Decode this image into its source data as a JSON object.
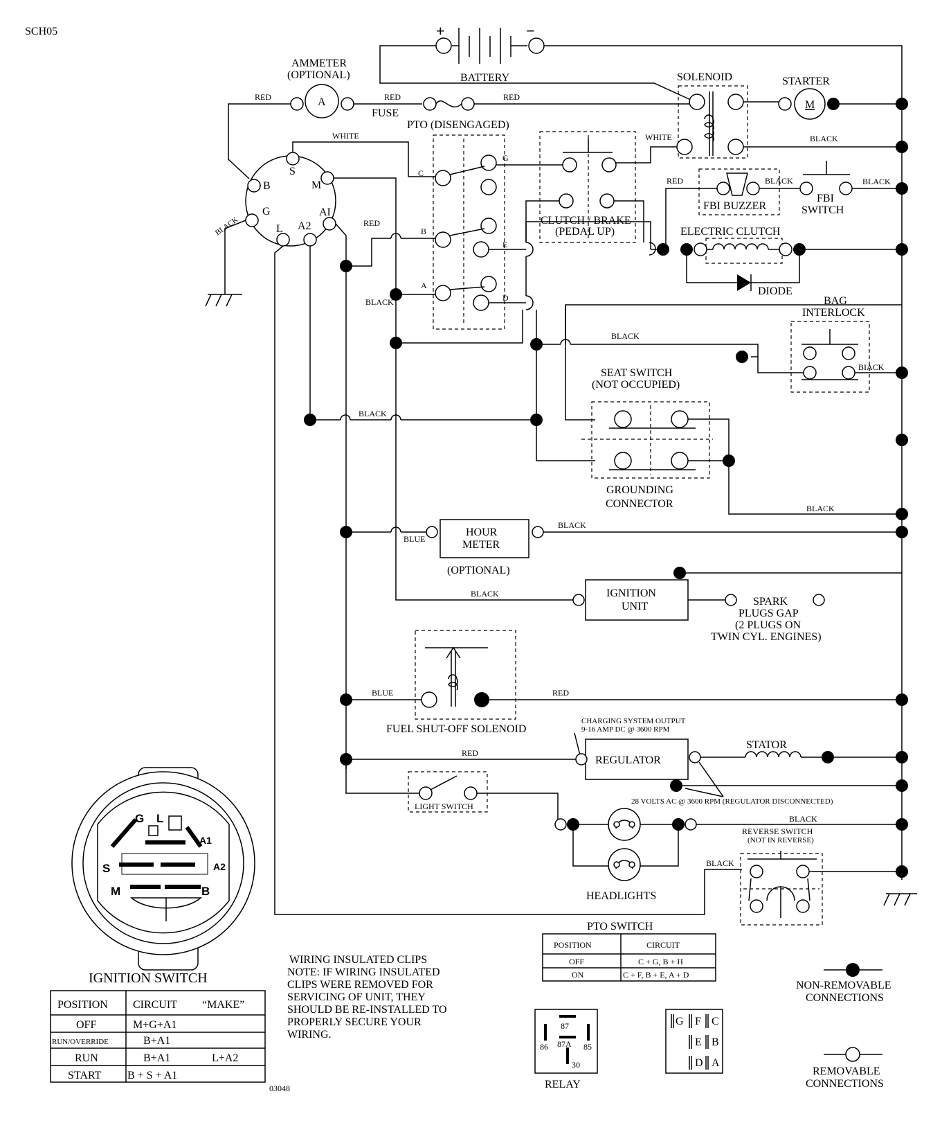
{
  "diagram_id": "SCH05",
  "drawing_number": "03048",
  "battery": {
    "label": "BATTERY",
    "plus": "+",
    "minus": "−"
  },
  "ammeter": {
    "label": "AMMETER",
    "sub": "(OPTIONAL)",
    "symbol": "A"
  },
  "fuse": "FUSE",
  "solenoid": "SOLENOID",
  "starter": {
    "label": "STARTER",
    "symbol": "M"
  },
  "pto": {
    "label": "PTO (DISENGAGED)",
    "terminals": [
      "G",
      "C",
      "B",
      "E",
      "A",
      "D"
    ]
  },
  "clutch_brake": {
    "line1": "CLUTCH / BRAKE",
    "line2": "(PEDAL UP)"
  },
  "fbi_buzzer": "FBI BUZZER",
  "fbi_switch": {
    "line1": "FBI",
    "line2": "SWITCH"
  },
  "electric_clutch": "ELECTRIC CLUTCH",
  "diode": "DIODE",
  "bag_interlock": {
    "line1": "BAG",
    "line2": "INTERLOCK"
  },
  "seat_switch": {
    "line1": "SEAT SWITCH",
    "line2": "(NOT OCCUPIED)"
  },
  "grounding_connector": {
    "line1": "GROUNDING",
    "line2": "CONNECTOR"
  },
  "hour_meter": {
    "line1": "HOUR",
    "line2": "METER",
    "sub": "(OPTIONAL)"
  },
  "ignition_unit": {
    "line1": "IGNITION",
    "line2": "UNIT"
  },
  "spark_plugs": {
    "line1": "SPARK",
    "line2": "PLUGS GAP",
    "line3": "(2 PLUGS ON",
    "line4": "TWIN CYL. ENGINES)"
  },
  "fuel_solenoid": "FUEL SHUT-OFF SOLENOID",
  "charging_note": {
    "line1": "CHARGING SYSTEM OUTPUT",
    "line2": "9-16 AMP DC @ 3600 RPM"
  },
  "regulator": "REGULATOR",
  "stator": "STATOR",
  "ac_note": "28 VOLTS AC @ 3600 RPM (REGULATOR DISCONNECTED)",
  "light_switch": "LIGHT SWITCH",
  "headlights": "HEADLIGHTS",
  "reverse_switch": {
    "line1": "REVERSE SWITCH",
    "line2": "(NOT IN REVERSE)"
  },
  "ign_terminals": {
    "B": "B",
    "G": "G",
    "S": "S",
    "M": "M",
    "L": "L",
    "A2": "A2",
    "A1": "AI"
  },
  "wire_colors": {
    "red": "RED",
    "black": "BLACK",
    "white": "WHITE",
    "blue": "BLUE",
    "black_typo": "BIACK"
  },
  "ignition_switch_view": {
    "title": "IGNITION SWITCH",
    "letters": [
      "G",
      "L",
      "A1",
      "S",
      "A2",
      "M",
      "B"
    ]
  },
  "ignition_table": {
    "headers": [
      "POSITION",
      "CIRCUIT",
      "“MAKE”"
    ],
    "rows": [
      {
        "position": "OFF",
        "circuit": "M+G+A1",
        "make": ""
      },
      {
        "position": "RUN/OVERRIDE",
        "circuit": "B+A1",
        "make": ""
      },
      {
        "position": "RUN",
        "circuit": "B+A1",
        "make": "L+A2"
      },
      {
        "position": "START",
        "circuit": "B + S + A1",
        "make": ""
      }
    ]
  },
  "note": {
    "line1": "WIRING INSULATED CLIPS",
    "line2": "NOTE:  IF WIRING INSULATED",
    "line3": "CLIPS WERE REMOVED FOR",
    "line4": "SERVICING OF UNIT, THEY",
    "line5": "SHOULD BE RE-INSTALLED TO",
    "line6": "PROPERLY SECURE YOUR",
    "line7": "WIRING."
  },
  "pto_table": {
    "title": "PTO SWITCH",
    "headers": [
      "POSITION",
      "CIRCUIT"
    ],
    "rows": [
      {
        "position": "OFF",
        "circuit": "C + G, B + H"
      },
      {
        "position": "ON",
        "circuit": "C + F, B + E, A + D"
      }
    ]
  },
  "relay": {
    "label": "RELAY",
    "pins": [
      "87",
      "87A",
      "86",
      "85",
      "30"
    ]
  },
  "connector_letters": [
    "G",
    "F",
    "C",
    "E",
    "B",
    "D",
    "A"
  ],
  "legend": {
    "non_removable": {
      "line1": "NON-REMOVABLE",
      "line2": "CONNECTIONS"
    },
    "removable": {
      "line1": "REMOVABLE",
      "line2": "CONNECTIONS"
    }
  }
}
